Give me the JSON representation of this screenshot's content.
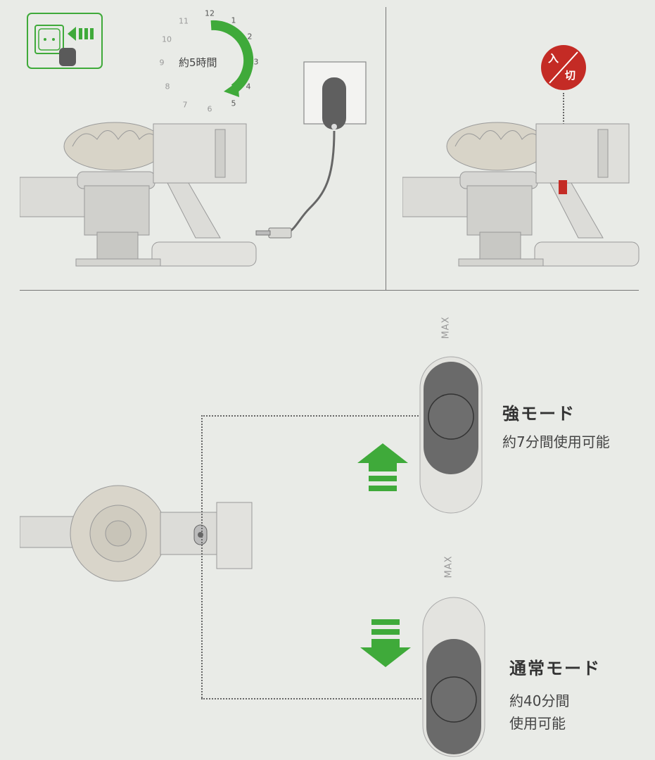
{
  "step1": {
    "icon": "wall-socket-charging-icon",
    "clock": {
      "numbers": [
        "12",
        "1",
        "2",
        "3",
        "4",
        "5",
        "6",
        "7",
        "8",
        "9",
        "10",
        "11"
      ],
      "center_label": "約5時間"
    }
  },
  "step2": {
    "switch_badge_on": "入",
    "switch_badge_off": "切"
  },
  "modes": {
    "max_label": "MAX",
    "strong": {
      "title": "強モード",
      "desc": "約7分間使用可能"
    },
    "normal": {
      "title": "通常モード",
      "desc_line1": "約40分間",
      "desc_line2": "使用可能"
    }
  },
  "colors": {
    "green": "#3faa3a",
    "red": "#c42b25",
    "line": "#555555",
    "device": "#d6d6d3"
  }
}
